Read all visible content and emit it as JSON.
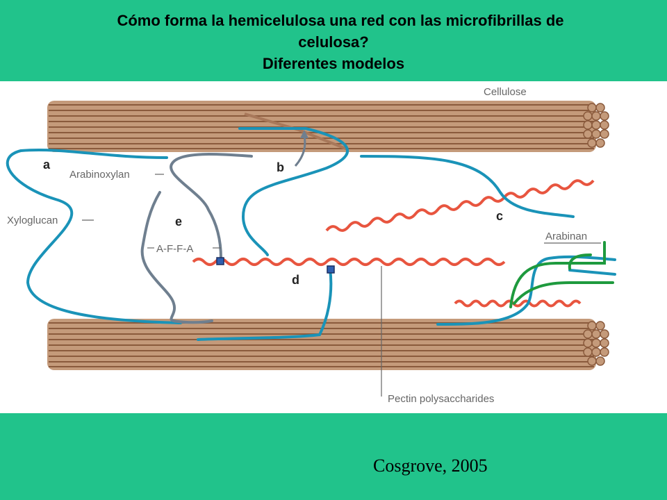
{
  "title": {
    "line1": "Cómo forma la hemicelulosa una red con las microfibrillas de",
    "line2": "celulosa?",
    "line3": "Diferentes modelos"
  },
  "diagram": {
    "labels": {
      "cellulose": "Cellulose",
      "arabinoxylan": "Arabinoxylan",
      "xyloglucan": "Xyloglucan",
      "affa": "A-F-F-A",
      "arabinan": "Arabinan",
      "pectin": "Pectin polysaccharides"
    },
    "letters": {
      "a": "a",
      "b": "b",
      "c": "c",
      "d": "d",
      "e": "e"
    },
    "colors": {
      "cellulose": "#a8785a",
      "xyloglucan": "#1a93b8",
      "arabinoxylan": "#6f7f8f",
      "pectin": "#e8553f",
      "arabinan": "#1e9a3e",
      "crosslink": "#2f5fb0"
    }
  },
  "citation": "Cosgrove, 2005"
}
